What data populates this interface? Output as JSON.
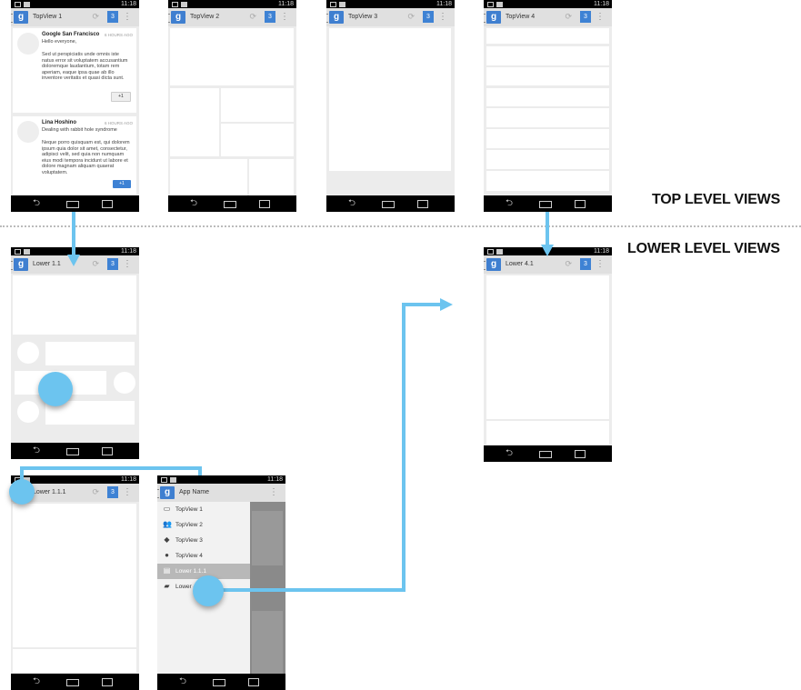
{
  "status_time": "11:18",
  "badge_count": "3",
  "headings": {
    "top": "TOP LEVEL VIEWS",
    "lower": "LOWER LEVEL VIEWS"
  },
  "screens": {
    "topview1": {
      "title": "TopView 1"
    },
    "topview2": {
      "title": "TopView 2"
    },
    "topview3": {
      "title": "TopView 3"
    },
    "topview4": {
      "title": "TopView 4"
    },
    "lower11": {
      "title": "Lower 1.1"
    },
    "lower111": {
      "title": "Lower 1.1.1"
    },
    "drawer_screen": {
      "title": "App Name"
    },
    "lower41": {
      "title": "Lower 4.1"
    }
  },
  "posts": [
    {
      "author": "Google San Francisco",
      "time": "6 HOURS AGO",
      "headline": "Hello everyone,",
      "body": "Sed ut perspiciatis unde omnis iste natus error sit voluptatem accusantium doloremque laudantium, totam rem aperiam, eaque ipsa quae ab illo inventore veritatis et quasi dicta sunt.",
      "plus": "+1"
    },
    {
      "author": "Lina Hoshino",
      "time": "6 HOURS AGO",
      "headline": "Dealing with rabbit hole syndrome",
      "body": "Neque porro quisquam est, qui dolorem ipsum quia dolor sit amet, consectetur, adipisci velit, sed quia non numquam eius modi tempora incidunt ut labore et dolore magnam aliquam quaerat voluptatem.",
      "plus": "+1"
    }
  ],
  "drawer": {
    "items": [
      {
        "label": "TopView 1",
        "icon": "inbox-icon"
      },
      {
        "label": "TopView 2",
        "icon": "people-icon"
      },
      {
        "label": "TopView 3",
        "icon": "tag-icon"
      },
      {
        "label": "TopView 4",
        "icon": "info-icon"
      },
      {
        "label": "Lower 1.1.1",
        "icon": "chat-icon",
        "selected": true
      },
      {
        "label": "Lower 4.1",
        "icon": "folder-icon"
      }
    ]
  },
  "icons": {
    "sync": "sync-icon",
    "overflow": "overflow-menu-icon",
    "back": "back-icon",
    "home": "home-icon",
    "recents": "recents-icon"
  },
  "colors": {
    "accent": "#3e82d4",
    "arrow": "#6cc4ef",
    "phone_bg": "#ececec",
    "action_bar": "#e0e0e0"
  }
}
